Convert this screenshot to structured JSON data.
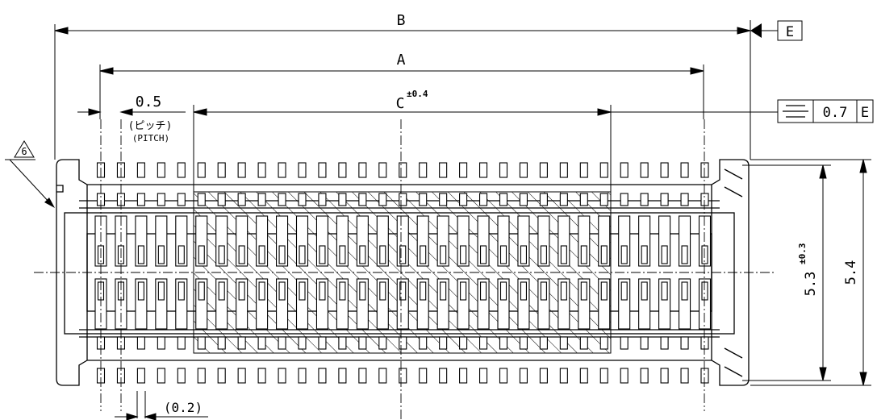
{
  "dimensions": {
    "overall_length": "B",
    "contact_span": "A",
    "hatched_span": "C",
    "hatched_span_tol": "±0.4",
    "pitch": "0.5",
    "pitch_label_jp": "(ピッチ)",
    "pitch_label_en": "(PITCH)",
    "lead_width": "(0.2)",
    "inner_height": "5.3",
    "inner_height_tol": "±0.3",
    "outer_height": "5.4"
  },
  "datum": {
    "label": "E"
  },
  "tolerance_frame": {
    "value": "0.7",
    "datum": "E"
  },
  "note_marker": "6"
}
